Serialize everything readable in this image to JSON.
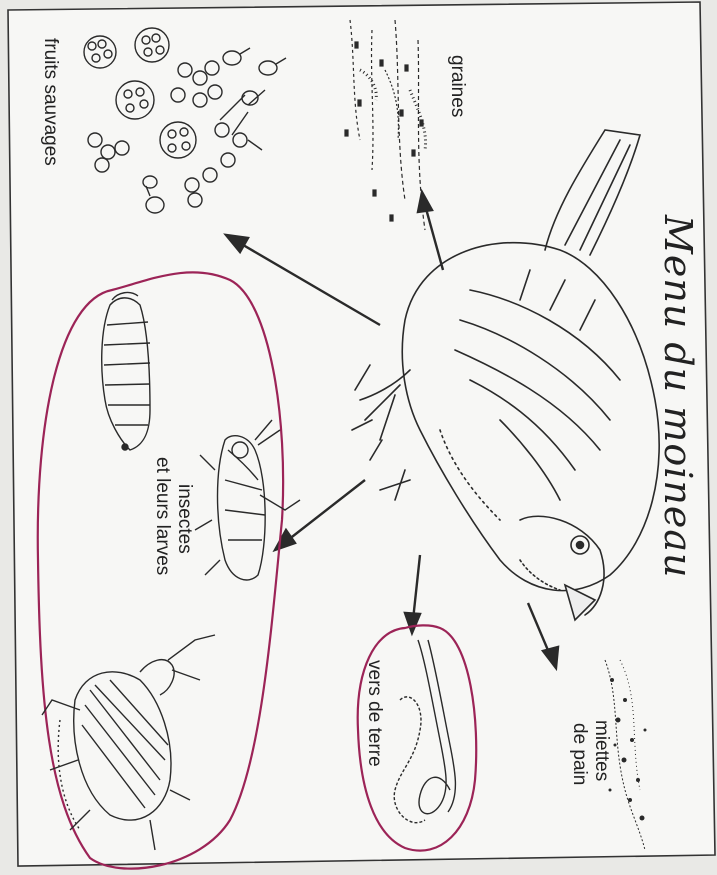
{
  "diagram": {
    "title": "Menu du moineau",
    "labels": {
      "graines": "graines",
      "fruits": "fruits sauvages",
      "insectes_1": "insectes",
      "insectes_2": "et leurs larves",
      "vers": "vers de terre",
      "miettes_1": "miettes",
      "miettes_2": "de pain"
    },
    "colors": {
      "paper": "#f7f7f5",
      "ink": "#2a2a2a",
      "circle": "#9c2457"
    },
    "icons": [
      "sparrow-icon",
      "wild-fruits-icon",
      "seeds-icon",
      "caterpillar-icon",
      "grasshopper-icon",
      "beetle-icon",
      "earthworm-icon",
      "bread-crumbs-icon"
    ]
  }
}
